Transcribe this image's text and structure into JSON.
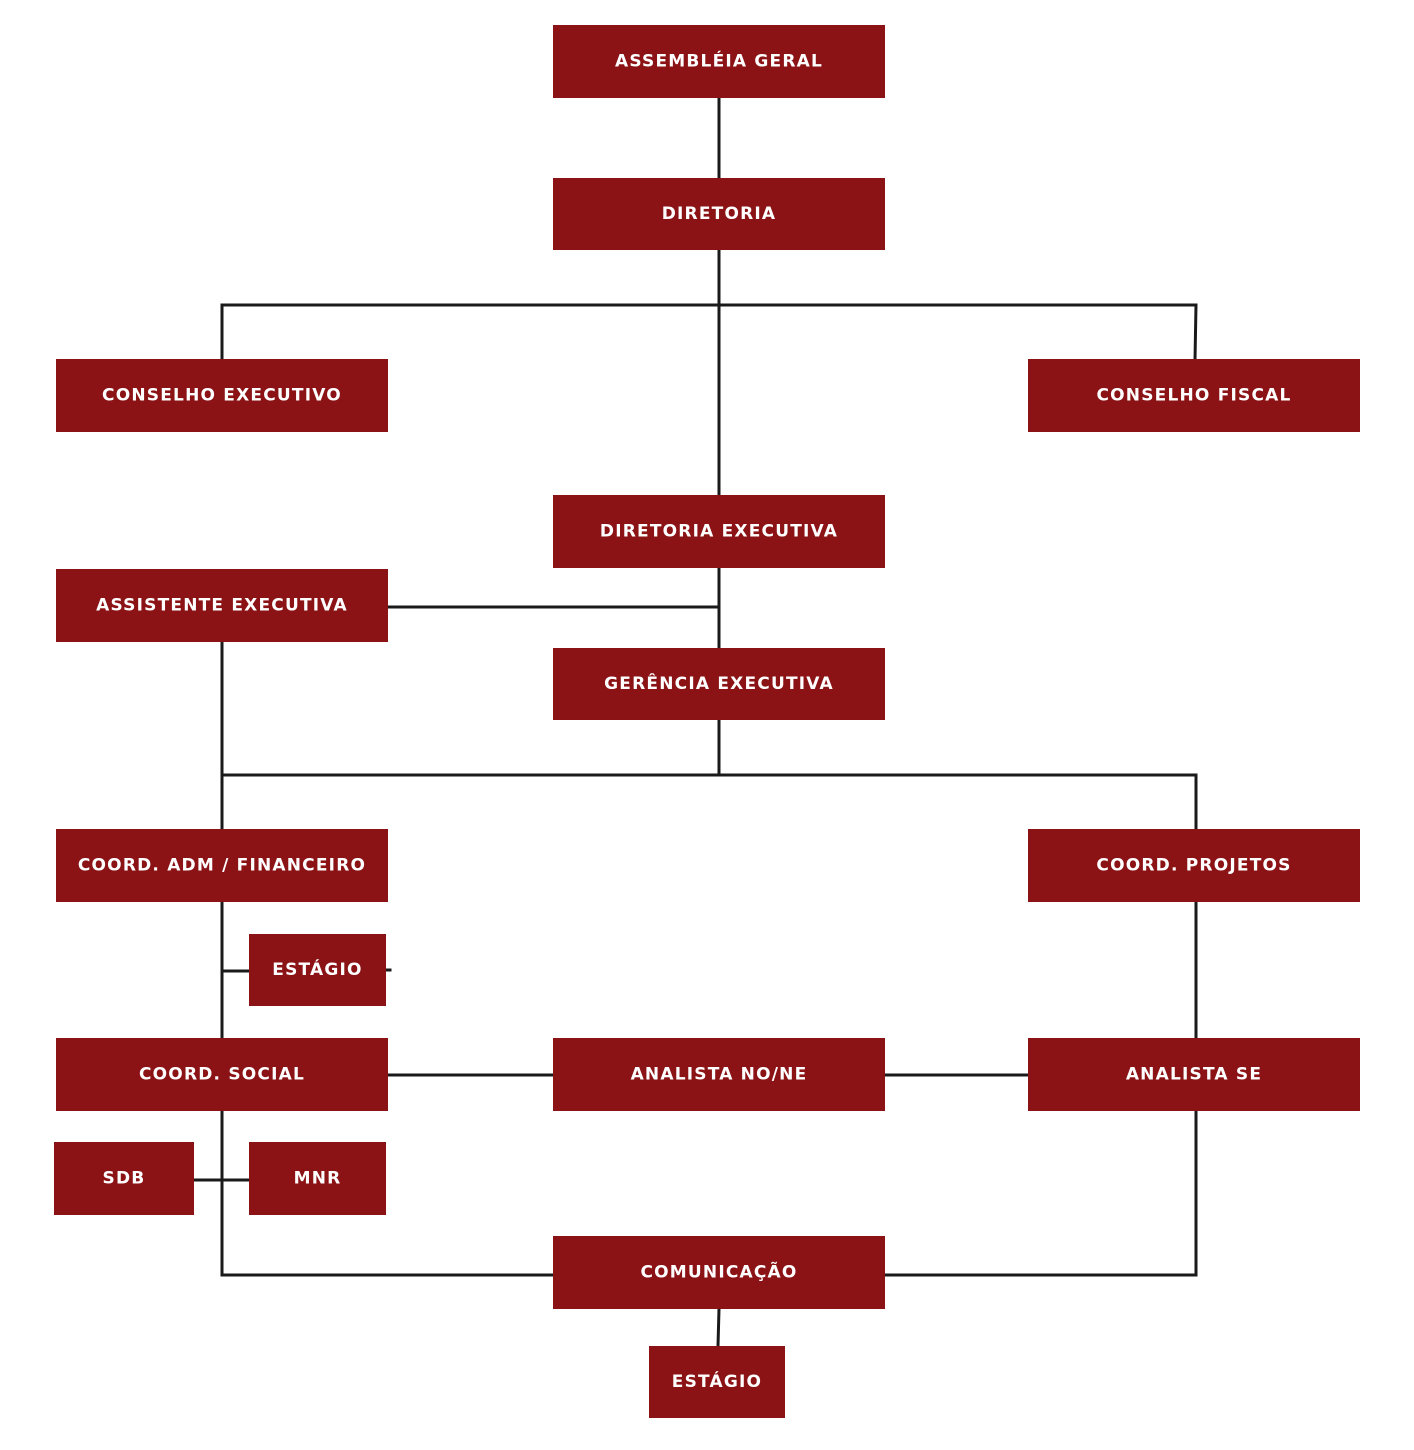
{
  "colors": {
    "box_fill": "#8b1316",
    "box_text": "#ffffff",
    "connector": "#1a1a1a",
    "background": "#ffffff"
  },
  "nodes": {
    "assembleia_geral": "ASSEMBLÉIA GERAL",
    "diretoria": "DIRETORIA",
    "conselho_executivo": "CONSELHO EXECUTIVO",
    "conselho_fiscal": "CONSELHO FISCAL",
    "diretoria_executiva": "DIRETORIA EXECUTIVA",
    "assistente_executiva": "ASSISTENTE EXECUTIVA",
    "gerencia_executiva": "GERÊNCIA EXECUTIVA",
    "coord_adm_financeiro": "COORD. ADM / FINANCEIRO",
    "coord_projetos": "COORD. PROJETOS",
    "estagio_adm": "ESTÁGIO",
    "coord_social": "COORD. SOCIAL",
    "analista_no_ne": "ANALISTA NO/NE",
    "analista_se": "ANALISTA SE",
    "sdb": "SDB",
    "mnr": "MNR",
    "comunicacao": "COMUNICAÇÃO",
    "estagio_comunicacao": "ESTÁGIO"
  }
}
